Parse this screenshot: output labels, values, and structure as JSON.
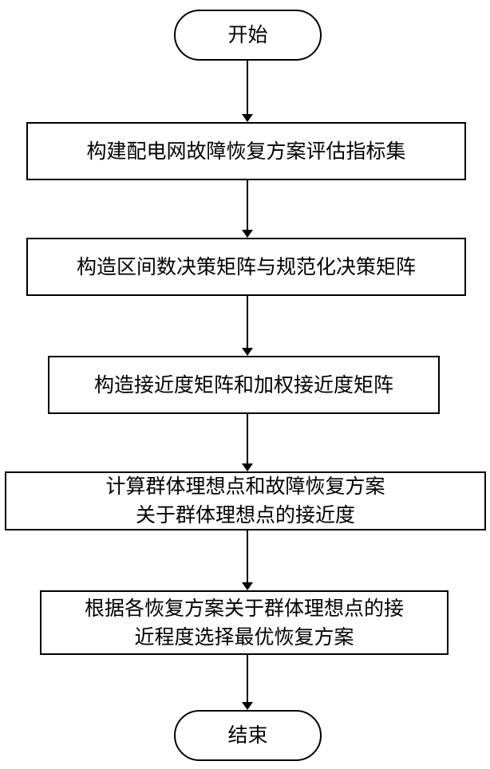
{
  "flowchart": {
    "start": "开始",
    "steps": [
      {
        "lines": [
          "构建配电网故障恢复方案评估指标集"
        ]
      },
      {
        "lines": [
          "构造区间数决策矩阵与规范化决策矩阵"
        ]
      },
      {
        "lines": [
          "构造接近度矩阵和加权接近度矩阵"
        ]
      },
      {
        "lines": [
          "计算群体理想点和故障恢复方案",
          "关于群体理想点的接近度"
        ]
      },
      {
        "lines": [
          "根据各恢复方案关于群体理想点的接",
          "近程度选择最优恢复方案"
        ]
      }
    ],
    "end": "结束"
  }
}
